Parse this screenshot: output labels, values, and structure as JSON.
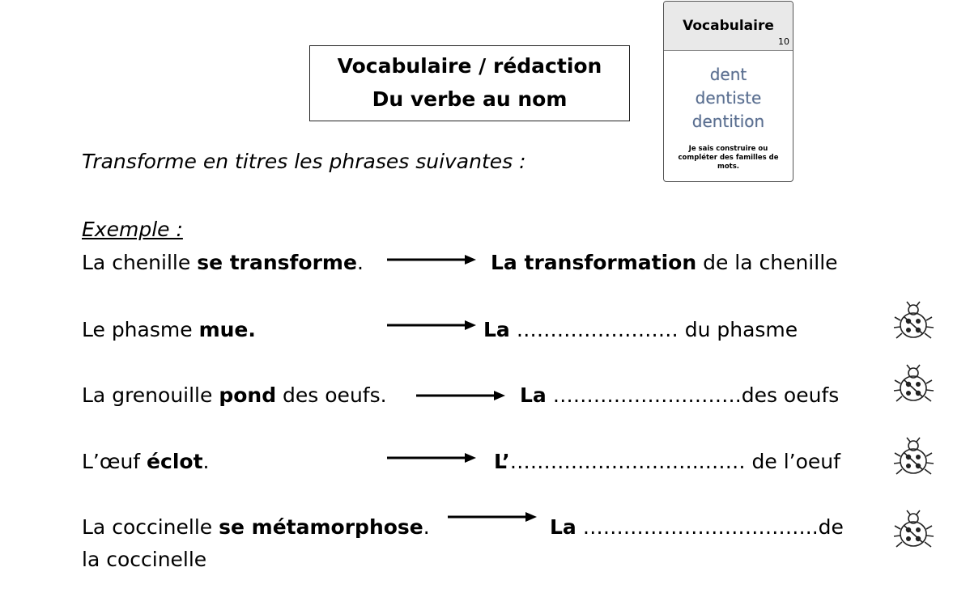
{
  "title": {
    "line1": "Vocabulaire / rédaction",
    "line2": "Du verbe au nom"
  },
  "card": {
    "heading": "Vocabulaire",
    "number": "10",
    "words": [
      "dent",
      "dentiste",
      "dentition"
    ],
    "skill": "Je sais construire ou compléter des familles de mots."
  },
  "instruction": "Transforme en titres les phrases suivantes :",
  "example": {
    "label": "Exemple :",
    "left_plain": "La chenille ",
    "left_bold": "se transforme",
    "left_end": ".",
    "right_bold": "La transformation",
    "right_plain": " de la chenille"
  },
  "exercises": [
    {
      "left_plain": "Le phasme ",
      "left_bold": "mue.",
      "left_end": "",
      "right_bold": "La",
      "right_blank": " …………………… du phasme"
    },
    {
      "left_plain": "La grenouille ",
      "left_bold": "pond",
      "left_end": " des oeufs.",
      "right_bold": "La",
      "right_blank": " ……………………….des oeufs"
    },
    {
      "left_plain": "L’œuf ",
      "left_bold": "éclot",
      "left_end": ".",
      "right_bold": "L’",
      "right_blank": "………………………..…… de l’oeuf"
    },
    {
      "left_plain": "La coccinelle ",
      "left_bold": "se métamorphose",
      "left_end": ".",
      "right_bold": "La",
      "right_blank": " ……………………………..de",
      "continuation": "la coccinelle"
    }
  ]
}
